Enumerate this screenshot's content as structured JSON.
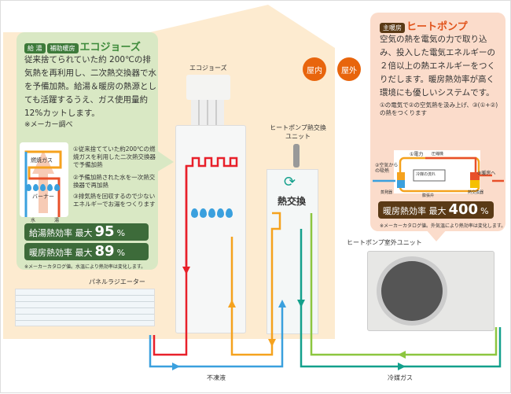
{
  "ecojozu": {
    "tags": [
      "給 湯",
      "補助暖房"
    ],
    "title": "エコジョーズ",
    "description": "従来捨てられていた約 200℃の排気熱を再利用し、二次熱交換器で水を予備加熱。給湯＆暖房の熱源としても活躍するうえ、ガス使用量約 12%カットします。",
    "note": "※メーカー調べ",
    "diagram": {
      "gas_label": "燃焼ガス",
      "burner_label": "バーナー",
      "water_in": "水",
      "hot_out": "湯"
    },
    "steps": [
      "①従来捨てていた約200℃の燃焼ガスを利用した二次熱交換器で予備加熱",
      "②予備加熱された水を一次熱交換器で再加熱",
      "③排気熱を回収するので少ないエネルギーでお湯をつくります"
    ],
    "efficiency": [
      {
        "label": "給湯熱効率 最大",
        "value": "95",
        "unit": "%"
      },
      {
        "label": "暖房熱効率 最大",
        "value": "89",
        "unit": "%"
      }
    ],
    "footnote": "※メーカーカタログ値。水温により熱効率は変化します。"
  },
  "heatpump": {
    "tag": "主暖房",
    "title": "ヒートポンプ",
    "description": "空気の熱を電気の力で取り込み、投入した電気エネルギーの２倍以上の熱エネルギーをつくりだします。暖房熱効率が高く環境にも優しいシステムです。",
    "summary": "①の電気で②の空気熱を汲み上げ、③(①+②)の熱をつくります",
    "diagram": {
      "power": "①電力",
      "air_heat": "②空気からの吸熱",
      "compressor": "圧縮機",
      "evaporator": "蒸発器",
      "refrigerant_flow": "冷媒の流れ",
      "expansion_valve": "膨張弁",
      "heat_exchanger": "熱交換器",
      "to_heating": "③暖房へ"
    },
    "efficiency": {
      "label": "暖房熱効率 最大",
      "value": "400",
      "unit": "%"
    },
    "footnote": "※メーカーカタログ値。外気温により熱効率は変化します。"
  },
  "labels": {
    "indoor": "屋内",
    "outdoor": "屋外",
    "ecojozu_unit": "エコジョーズ",
    "hp_hx_unit": "ヒートポンプ熱交換ユニット",
    "hx_text": "熱交換",
    "outdoor_unit": "ヒートポンプ室外ユニット",
    "radiator": "パネルラジエーター",
    "antifreeze": "不凍液",
    "refrigerant_gas": "冷媒ガス"
  },
  "colors": {
    "hot": "#e8202a",
    "antifreeze": "#3aa0de",
    "orange": "#f5a21e",
    "teal": "#13a08c",
    "green": "#8cc63f",
    "indoor_bg": "#fdebd0"
  }
}
